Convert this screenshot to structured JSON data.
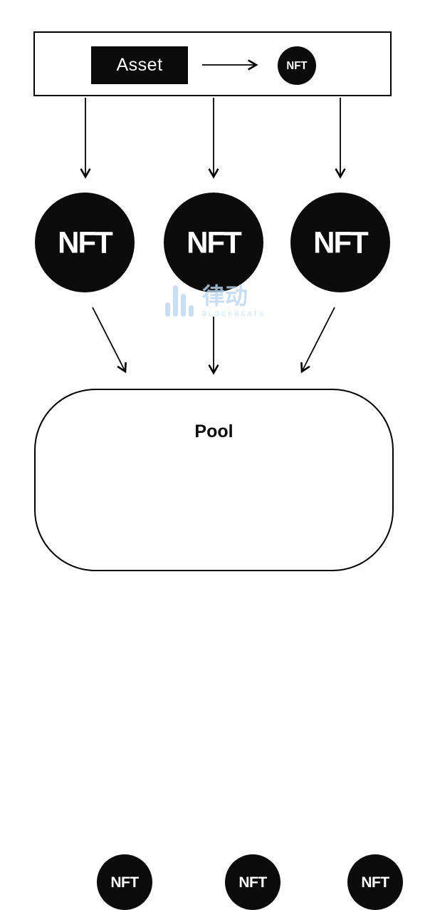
{
  "page": {
    "background": "#ffffff"
  },
  "diagram": {
    "asset_box": {
      "label": "Asset"
    },
    "nft_label": "NFT",
    "pool": {
      "label": "Pool"
    },
    "nodes": {
      "top_badge": "NFT",
      "row_circles": [
        "NFT",
        "NFT",
        "NFT"
      ],
      "pool_circles": [
        "NFT",
        "NFT",
        "NFT"
      ]
    },
    "colors": {
      "shape_fill": "#0b0b0b",
      "line": "#000000",
      "background": "#ffffff"
    }
  },
  "watermark": {
    "name": "律动",
    "subtitle": "BLOCKBEATS",
    "color": "#bcd7f0"
  }
}
